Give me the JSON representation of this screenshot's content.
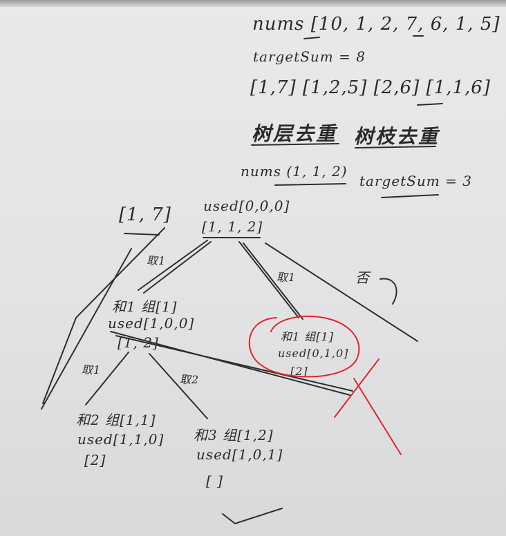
{
  "notes": {
    "nums": "nums [10, 1, 2, 7, 6, 1, 5]",
    "target_sum": "targetSum = 8",
    "results": "[1,7] [1,2,5] [2,6] [1,1,6]",
    "tree_level": "树层去重",
    "tree_branch": "树枝去重",
    "nums_small": "nums (1, 1, 2)",
    "target_small": "targetSum = 3"
  },
  "tree": {
    "side_result": "[1, 7]",
    "root_used": "used[0,0,0]",
    "root_set": "[1, 1, 2]",
    "edge_take1": "取1",
    "edge_take_right": "取1",
    "edge_no": "否",
    "left_node_title": "和1 组[1]",
    "left_node_used": "used[1,0,0]",
    "left_node_set": "[1, 2]",
    "right_node_title": "和1 组[1]",
    "right_node_used": "used[0,1,0]",
    "right_node_set": "[2]",
    "edge_take1_lower": "取1",
    "edge_take2": "取2",
    "leaf1_title": "和2 组[1,1]",
    "leaf1_used": "used[1,1,0]",
    "leaf1_set": "[2]",
    "leaf2_title": "和3 组[1,2]",
    "leaf2_used": "used[1,0,1]",
    "leaf2_set": "[ ]"
  },
  "colors": {
    "ink": "#2b2b2e",
    "red_marker": "#e0262a",
    "board": "#e6e6e8"
  }
}
